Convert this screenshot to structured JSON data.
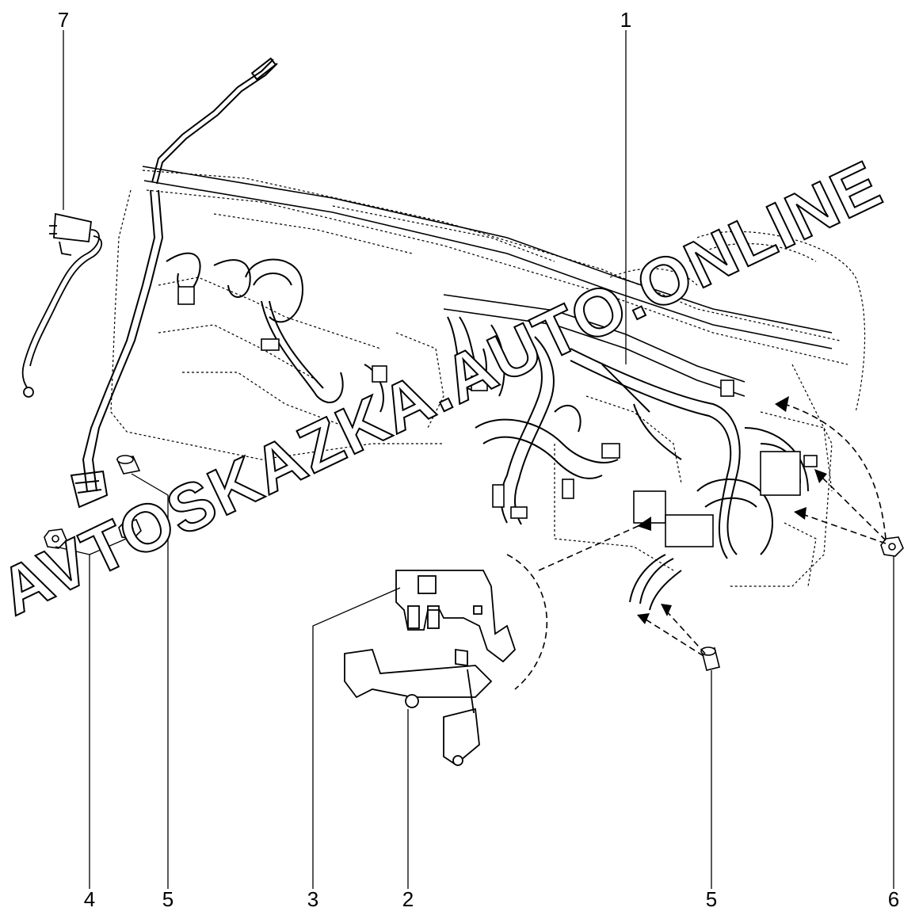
{
  "diagram": {
    "callouts": [
      {
        "id": "c1",
        "label": "1"
      },
      {
        "id": "c2",
        "label": "2"
      },
      {
        "id": "c3",
        "label": "3"
      },
      {
        "id": "c4",
        "label": "4"
      },
      {
        "id": "c5a",
        "label": "5"
      },
      {
        "id": "c5b",
        "label": "5"
      },
      {
        "id": "c6",
        "label": "6"
      },
      {
        "id": "c7",
        "label": "7"
      }
    ],
    "watermark": "AVTOSKAZKA.AUTO.ONLINE",
    "colors": {
      "line": "#000000",
      "background": "#ffffff",
      "watermark_fill": "#ffffff"
    }
  }
}
